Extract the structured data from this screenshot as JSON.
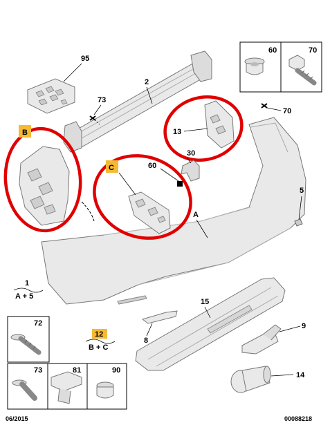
{
  "callouts": {
    "n95": "95",
    "n2": "2",
    "n73a": "73",
    "n70a": "70",
    "n13": "13",
    "n30": "30",
    "n60a": "60",
    "nA": "A",
    "n5": "5",
    "n15": "15",
    "n9": "9",
    "n8": "8",
    "n14": "14",
    "tagB": "B",
    "tagC": "C"
  },
  "groups": {
    "g1_num": "1",
    "g1_sub": "A + 5",
    "g12_num": "12",
    "g12_sub": "B + C"
  },
  "fastener_boxes": {
    "top": [
      "60",
      "70"
    ],
    "bottom_row1": [
      "72"
    ],
    "bottom_row2": [
      "73",
      "81",
      "90"
    ]
  },
  "footer": {
    "date": "06/2015",
    "ref": "00088218"
  },
  "colors": {
    "highlight": "#e00000",
    "tag": "#f5b934"
  }
}
